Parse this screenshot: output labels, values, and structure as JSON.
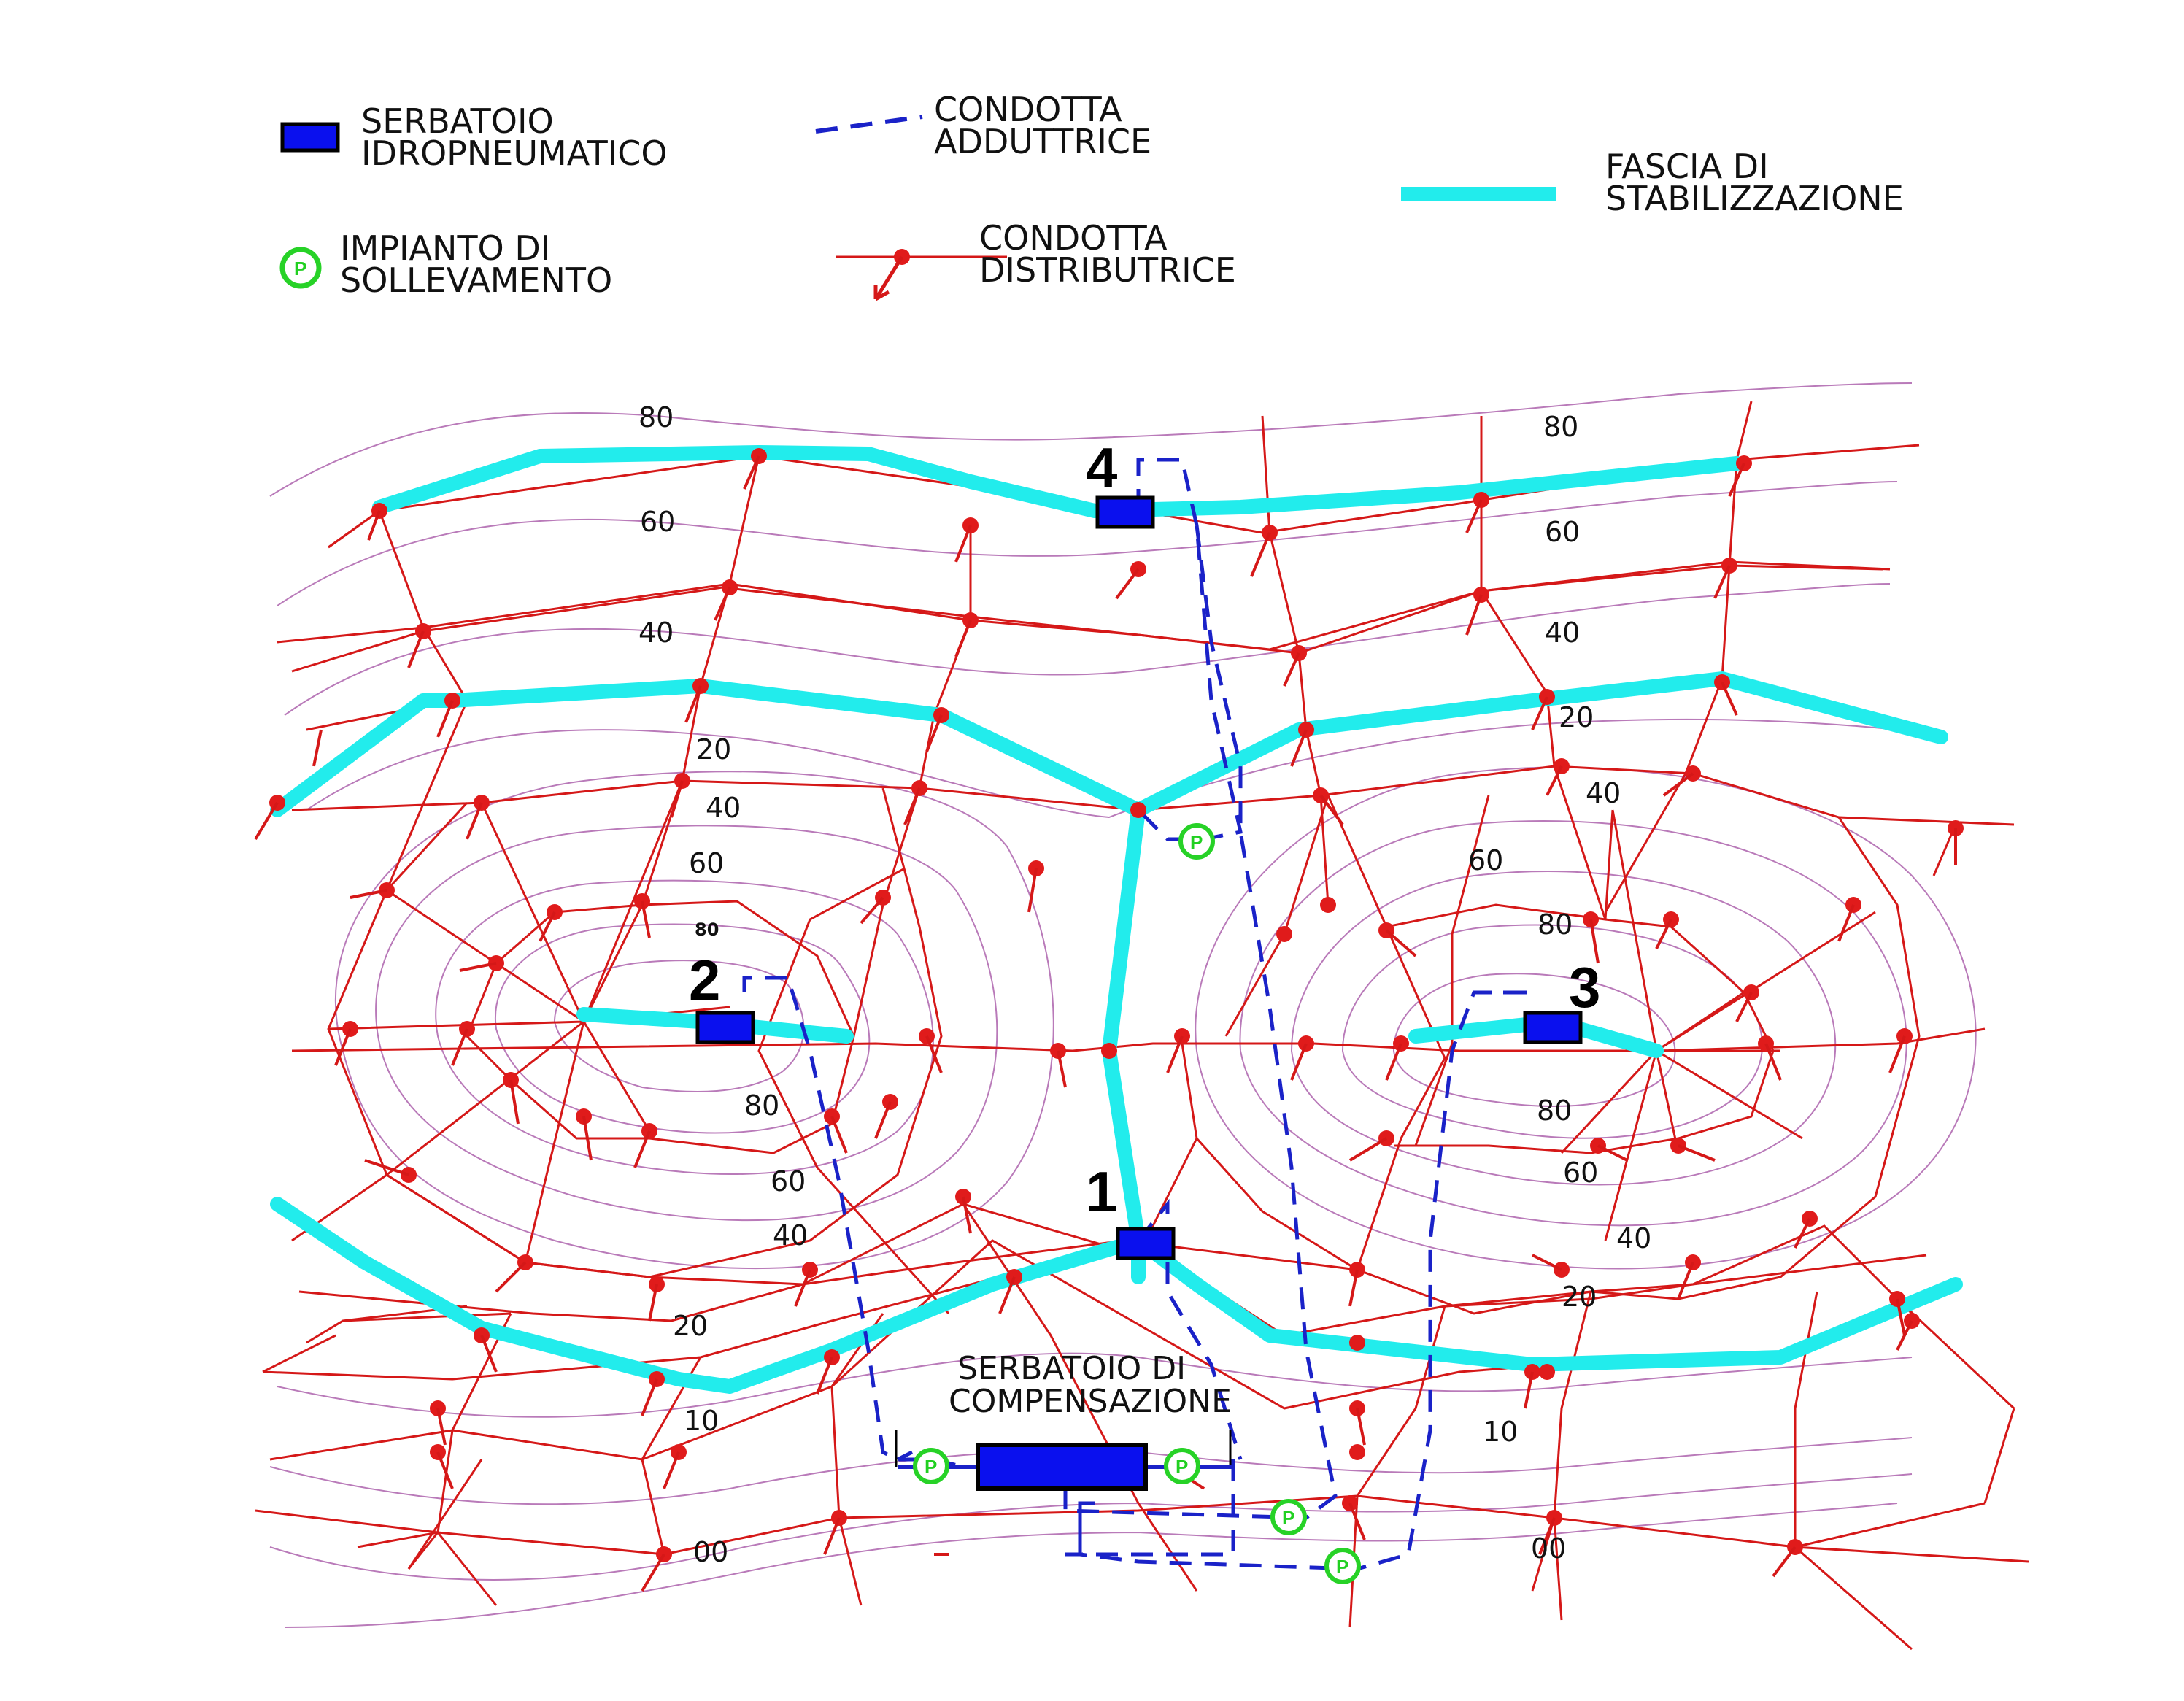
{
  "colors": {
    "tank": "#0a10ee",
    "adduction": "#1a22c8",
    "distribution": "#d51818",
    "stabilization": "#22ecec",
    "pump": "#27d227",
    "contour": "#b97ab9"
  },
  "legend": {
    "tank": [
      "SERBATOIO",
      "IDROPNEUMATICO"
    ],
    "adduction": [
      "CONDOTTA",
      "ADDUTTRICE"
    ],
    "stabilization": [
      "FASCIA DI",
      "STABILIZZAZIONE"
    ],
    "pump": [
      "IMPIANTO DI",
      "SOLLEVAMENTO"
    ],
    "distribution": [
      "CONDOTTA",
      "DISTRIBUTRICE"
    ]
  },
  "pump_letter": "P",
  "tank_numbers": [
    "1",
    "2",
    "3",
    "4"
  ],
  "compensation_tank": [
    "SERBATOIO  DI",
    "COMPENSAZIONE"
  ],
  "contour_labels": [
    "80",
    "60",
    "40",
    "80",
    "60",
    "40",
    "20",
    "40",
    "60",
    "80",
    "80",
    "60",
    "40",
    "20",
    "10",
    "00",
    "20",
    "40",
    "60",
    "80",
    "80",
    "60",
    "40",
    "20",
    "10",
    "00"
  ],
  "icons": [
    "tank-icon",
    "pump-icon",
    "arrow-icon"
  ]
}
